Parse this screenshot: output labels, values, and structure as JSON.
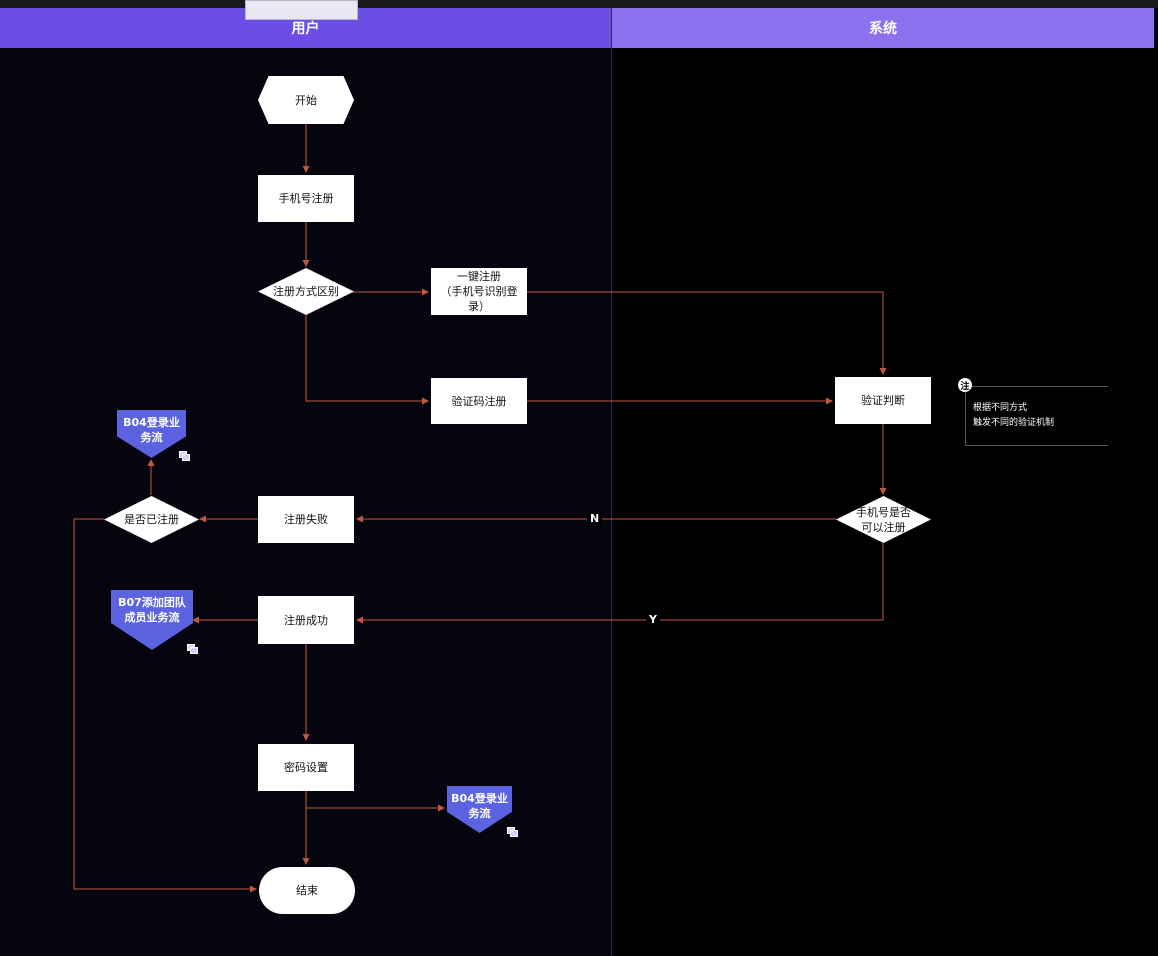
{
  "lanes": {
    "user": "用户",
    "system": "系统"
  },
  "nodes": {
    "start": "开始",
    "phone_register": "手机号注册",
    "register_method": "注册方式区别",
    "one_click": "一键注册\n（手机号识别登\n录）",
    "code_register": "验证码注册",
    "verify": "验证判断",
    "can_register": "手机号是否\n可以注册",
    "register_fail": "注册失败",
    "register_success": "注册成功",
    "already_registered": "是否已注册",
    "password_setup": "密码设置",
    "end": "结束"
  },
  "refs": {
    "login_top": "B04登录业\n务流",
    "add_member": "B07添加团队\n成员业务流",
    "login_bottom": "B04登录业\n务流"
  },
  "edge_labels": {
    "no": "N",
    "yes": "Y"
  },
  "note": {
    "badge": "注",
    "text": "根据不同方式\n触发不同的验证机制"
  },
  "colors": {
    "lane_user": "#6a4ee6",
    "lane_system": "#8a72ee",
    "edge": "#c0573f",
    "ref_fill": "#5b63e0"
  }
}
